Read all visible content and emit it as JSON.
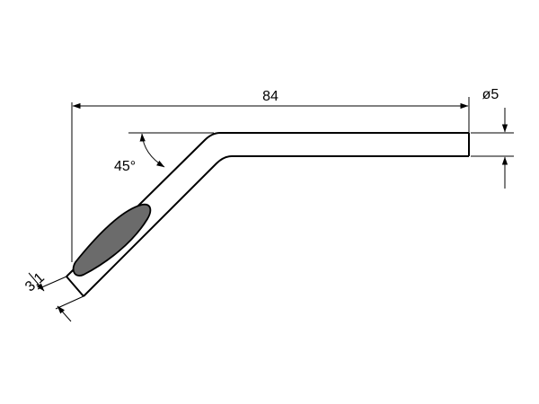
{
  "drawing": {
    "length_label": "84",
    "diameter_label": "ø5",
    "angle_label": "45°",
    "tip_width_label": "3,1",
    "colors": {
      "line": "#000000",
      "tip_fill": "#6b6b6b",
      "background": "#ffffff"
    }
  }
}
